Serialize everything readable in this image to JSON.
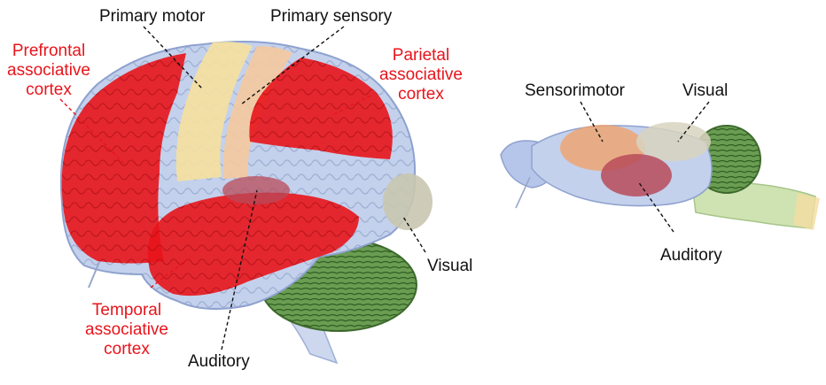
{
  "human_brain": {
    "labels": {
      "primary_motor": "Primary motor",
      "primary_sensory": "Primary sensory",
      "prefrontal": [
        "Prefrontal",
        "associative",
        "cortex"
      ],
      "parietal": [
        "Parietal",
        "associative",
        "cortex"
      ],
      "temporal": [
        "Temporal",
        "associative",
        "cortex"
      ],
      "visual": "Visual",
      "auditory": "Auditory"
    }
  },
  "mouse_brain": {
    "labels": {
      "sensorimotor": "Sensorimotor",
      "visual": "Visual",
      "auditory": "Auditory"
    }
  },
  "colors": {
    "associative": "#e8141b",
    "motor": "#f4dfa0",
    "sensory": "#f3c9a0",
    "visual": "#c9c6b0",
    "auditory": "#b84b5a",
    "brain_base": "#b9c8e6",
    "cerebellum": "#5e9447",
    "label_red": "#e8141b"
  }
}
